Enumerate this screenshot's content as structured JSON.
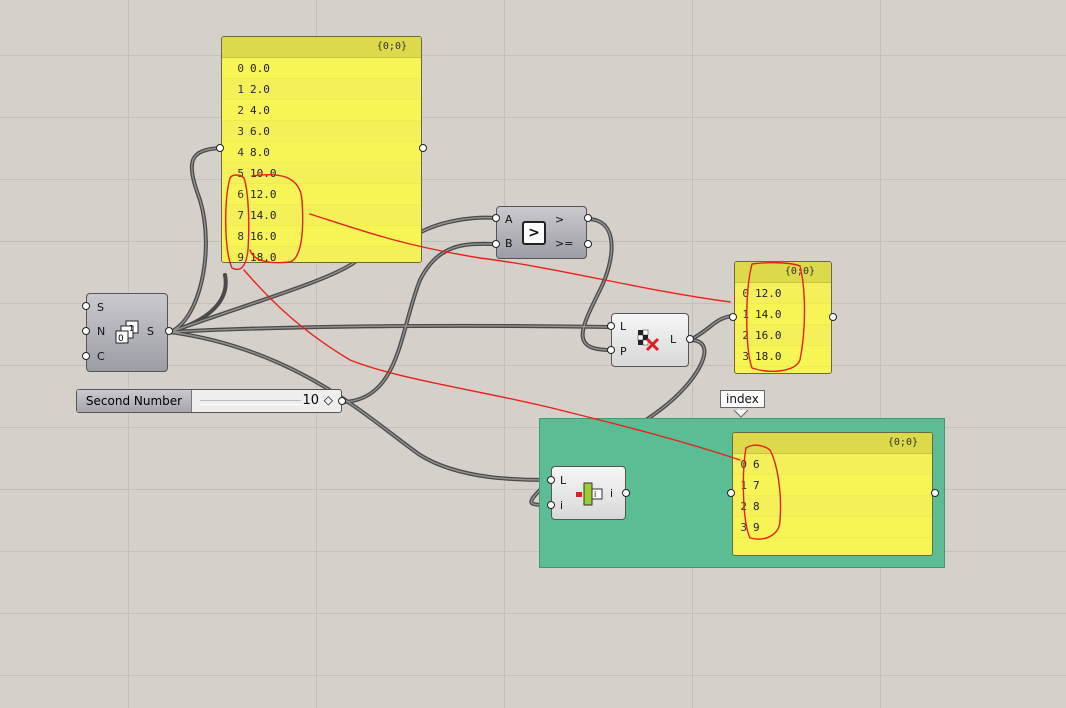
{
  "panels": [
    {
      "path": "{0;0}",
      "rows": [
        {
          "i": "0",
          "v": "0.0"
        },
        {
          "i": "1",
          "v": "2.0"
        },
        {
          "i": "2",
          "v": "4.0"
        },
        {
          "i": "3",
          "v": "6.0"
        },
        {
          "i": "4",
          "v": "8.0"
        },
        {
          "i": "5",
          "v": "10.0"
        },
        {
          "i": "6",
          "v": "12.0"
        },
        {
          "i": "7",
          "v": "14.0"
        },
        {
          "i": "8",
          "v": "16.0"
        },
        {
          "i": "9",
          "v": "18.0"
        }
      ]
    },
    {
      "path": "{0;0}",
      "rows": [
        {
          "i": "0",
          "v": "12.0"
        },
        {
          "i": "1",
          "v": "14.0"
        },
        {
          "i": "2",
          "v": "16.0"
        },
        {
          "i": "3",
          "v": "18.0"
        }
      ]
    },
    {
      "path": "{0;0}",
      "rows": [
        {
          "i": "0",
          "v": "6"
        },
        {
          "i": "1",
          "v": "7"
        },
        {
          "i": "2",
          "v": "8"
        },
        {
          "i": "3",
          "v": "9"
        }
      ]
    }
  ],
  "series_component": {
    "inputs": [
      "S",
      "N",
      "C"
    ],
    "output": "S"
  },
  "compare_component": {
    "inputs": [
      "A",
      "B"
    ],
    "outputs": [
      ">",
      ">="
    ],
    "icon": ">"
  },
  "cull_component": {
    "inputs": [
      "L",
      "P"
    ],
    "output": "L"
  },
  "index_component": {
    "inputs": [
      "L",
      "i"
    ],
    "output": "i"
  },
  "slider": {
    "label": "Second Number",
    "value": "10"
  },
  "tooltip": "index",
  "colors": {
    "panel": "#f7f456",
    "group": "#5abd94",
    "annotation": "#e8201c",
    "wire": "#4a4a4a"
  }
}
